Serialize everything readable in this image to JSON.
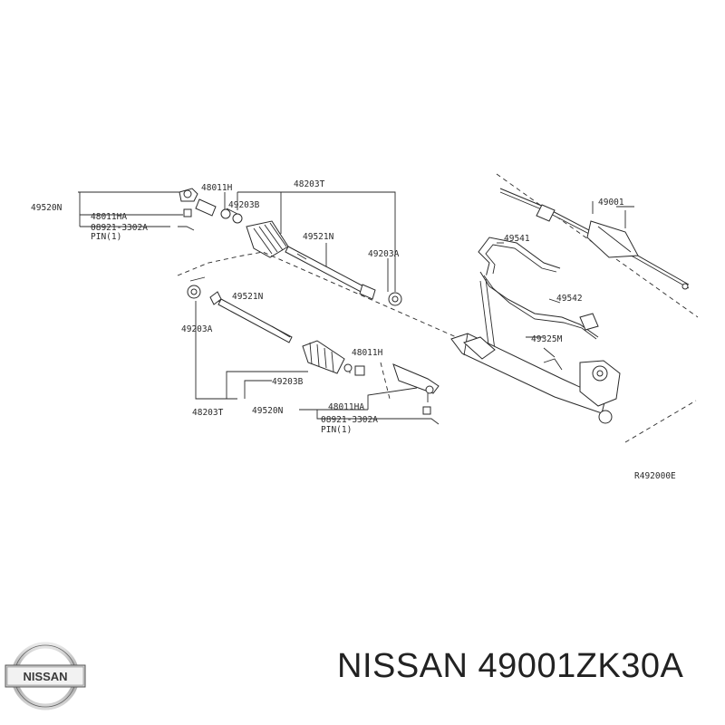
{
  "diagram": {
    "upper_labels": {
      "p48203T": "48203T",
      "p48011H": "48011H",
      "p49203B": "49203B",
      "p49520N": "49520N",
      "p48011HA": "48011HA",
      "p08921": "08921-3302A",
      "pin": "PIN(1)",
      "p49521N": "49521N",
      "p49203A": "49203A"
    },
    "lower_labels": {
      "p49521N": "49521N",
      "p49203A": "49203A",
      "p48011H": "48011H",
      "p49203B": "49203B",
      "p48203T": "48203T",
      "p49520N": "49520N",
      "p48011HA": "48011HA",
      "p08921": "08921-3302A",
      "pin": "PIN(1)"
    },
    "right_labels": {
      "p49001": "49001",
      "p49541": "49541",
      "p49542": "49542",
      "p49325M": "49325M"
    },
    "reference_code": "R492000E"
  },
  "brand": {
    "logo_text": "NISSAN",
    "caption": "NISSAN 49001ZK30A"
  }
}
